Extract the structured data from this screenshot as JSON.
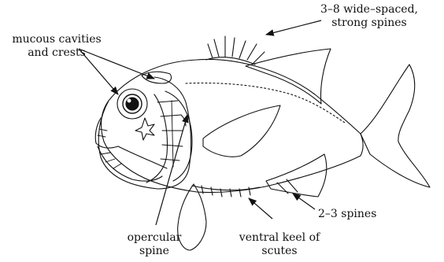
{
  "labels": {
    "mucous": {
      "line1": "mucous cavities",
      "line2": "and crests"
    },
    "dorsal_spines": {
      "line1": "3–8 wide–spaced,",
      "line2": "strong spines"
    },
    "opercular": {
      "line1": "opercular",
      "line2": "spine"
    },
    "ventral_keel": {
      "line1": "ventral keel of",
      "line2": "scutes"
    },
    "anal_spines": {
      "line1": "2–3 spines"
    }
  },
  "colors": {
    "ink": "#111111",
    "background": "#ffffff"
  }
}
